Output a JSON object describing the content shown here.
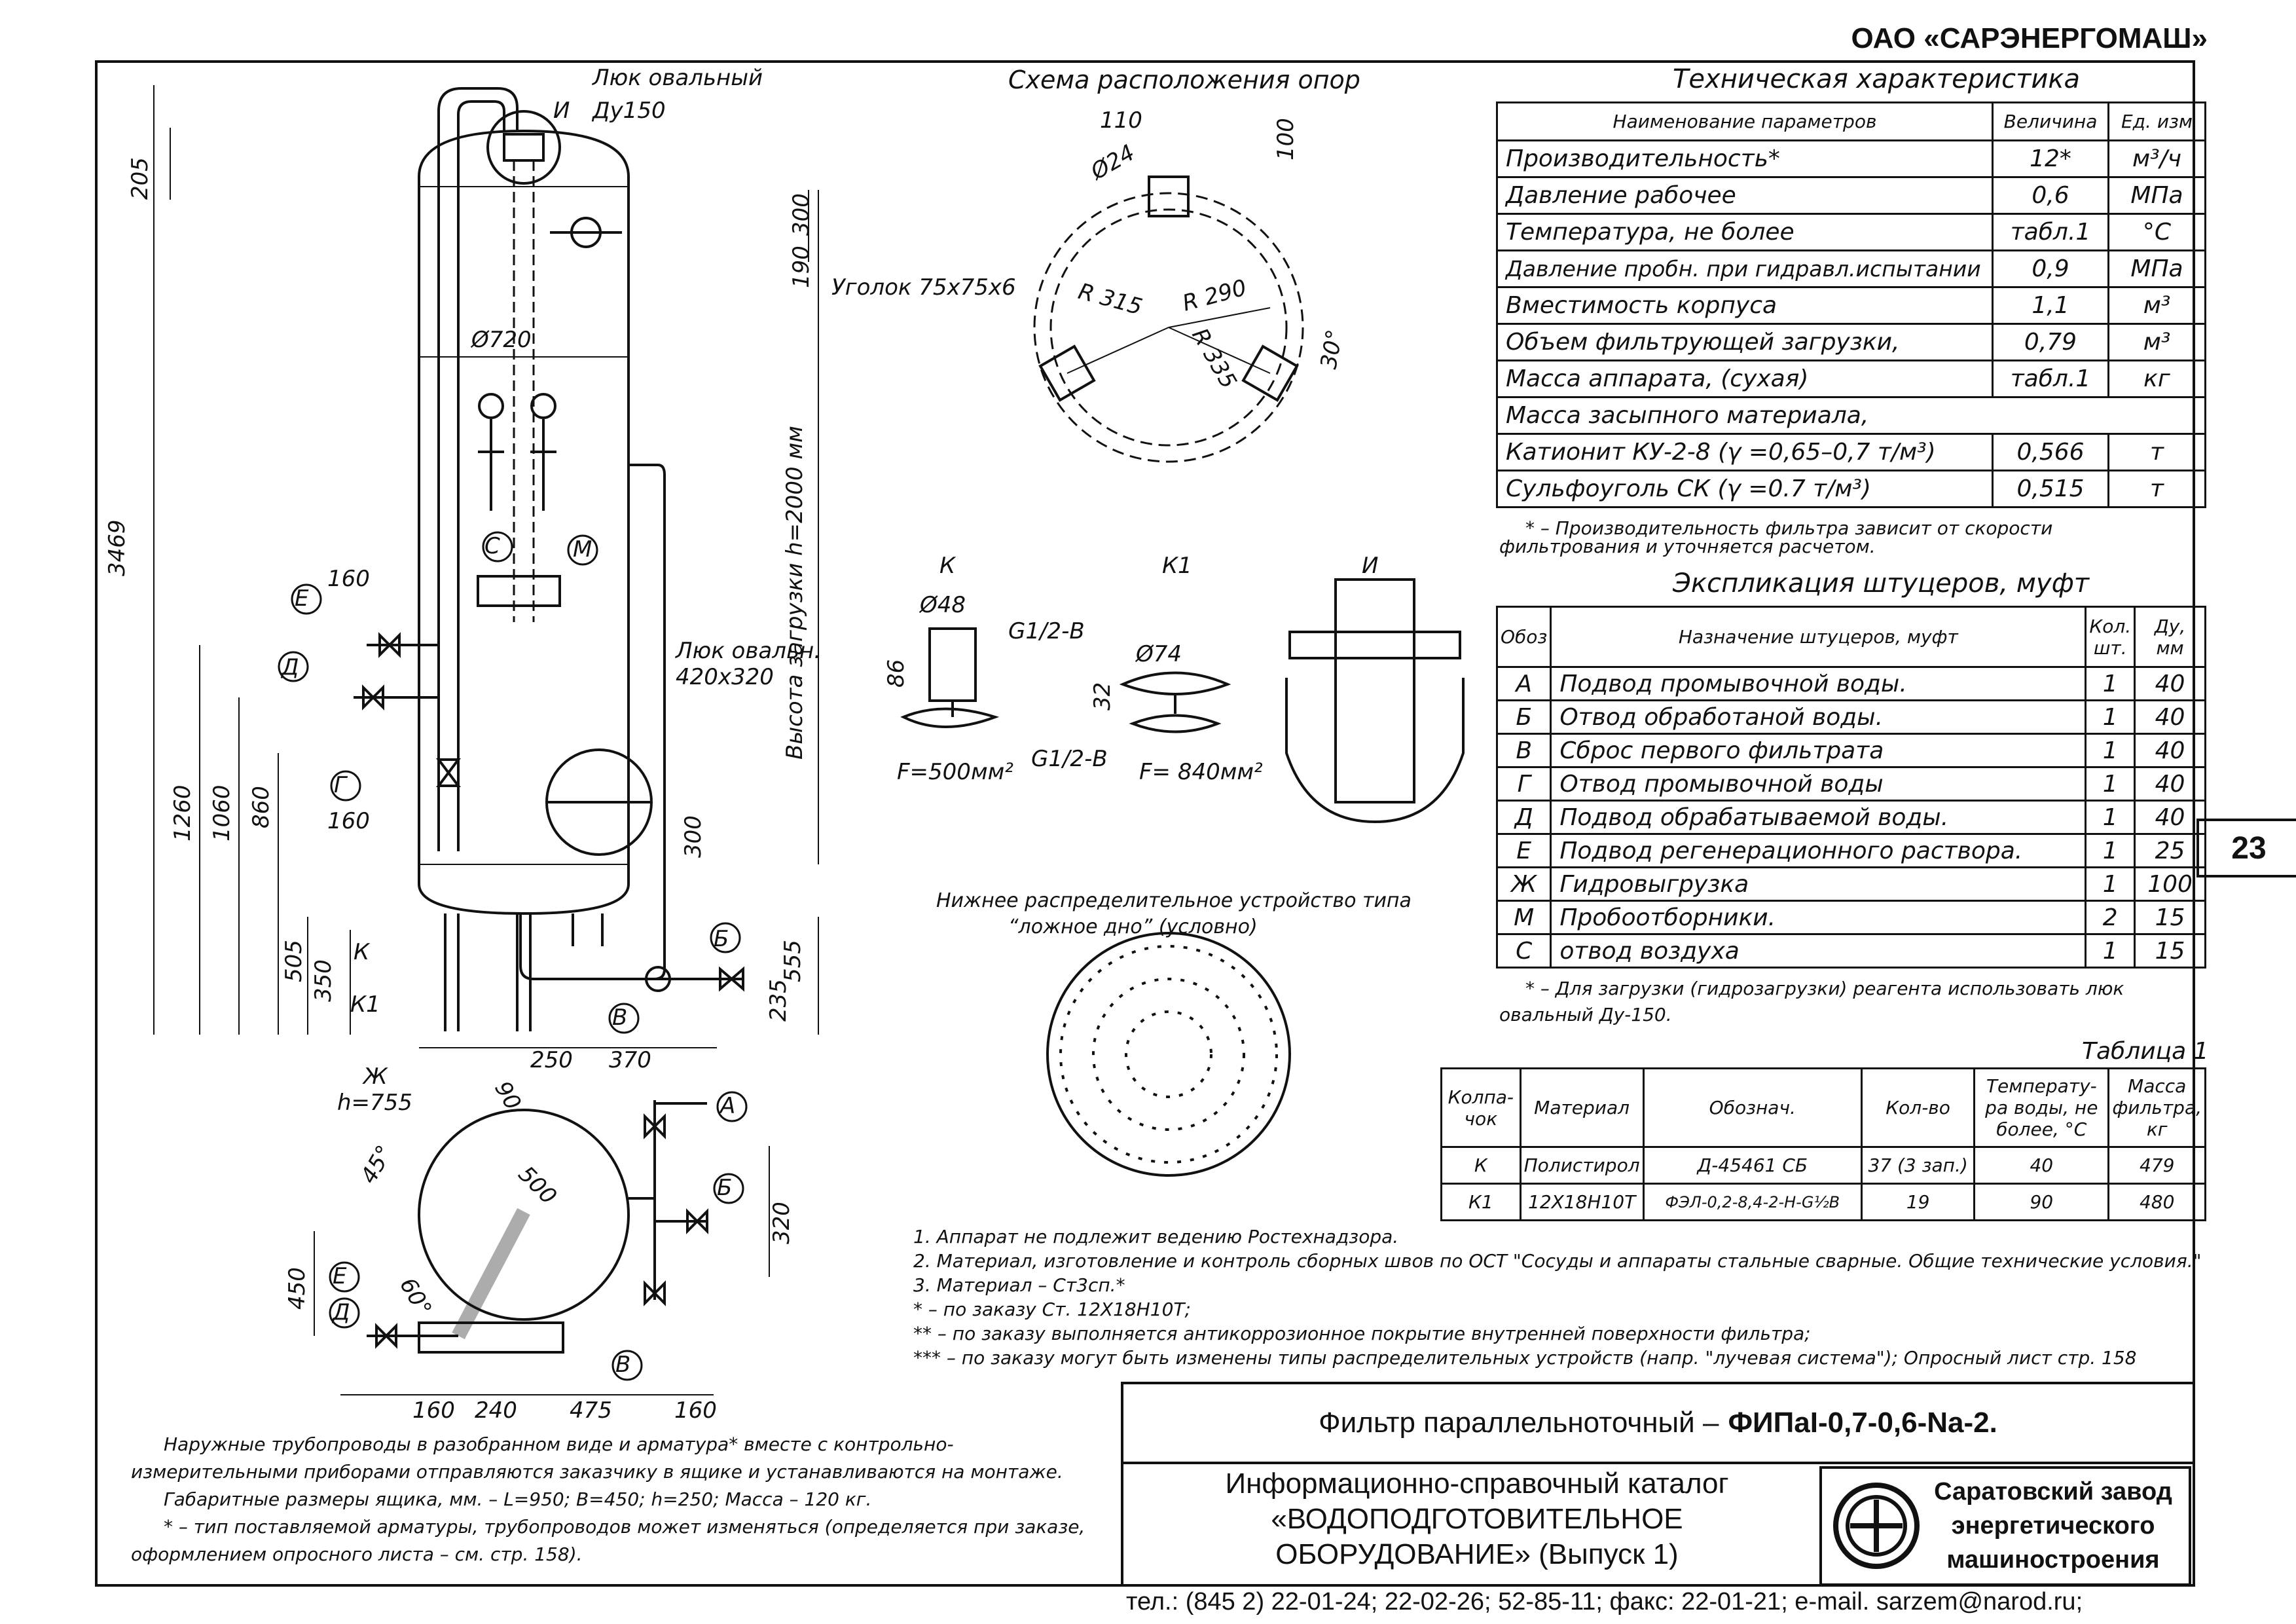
{
  "company": "ОАО «САРЭНЕРГОМАШ»",
  "page_number": "23",
  "drawing_labels": {
    "hatch_oval": "Люк овальный",
    "hatch_oval_dn": "Ду150",
    "mark_I": "И",
    "dim_205": "205",
    "dim_300": "300",
    "dim_190": "190",
    "dim_d720": "Ø720",
    "dim_3469": "3469",
    "load_height": "Высота загрузки h=2000 мм",
    "hatch_oval2": "Люк овальн.",
    "hatch_oval2_size": "420x320",
    "mark_C": "С",
    "mark_M": "М",
    "dim_160a": "160",
    "mark_E": "Е",
    "mark_D": "Д",
    "mark_G": "Г",
    "dim_160b": "160",
    "dim_1260": "1260",
    "dim_1060": "1060",
    "dim_860": "860",
    "dim_300b": "300",
    "dim_505": "505",
    "dim_350": "350",
    "mark_K": "К",
    "mark_K1": "К1",
    "mark_B": "Б",
    "mark_V": "В",
    "dim_555": "555",
    "dim_235": "235",
    "dim_250": "250",
    "dim_370": "370",
    "supports_title": "Схема расположения опор",
    "dim_110": "110",
    "dim_100": "100",
    "dim_d24": "Ø24",
    "angle_label": "Уголок 75x75x6",
    "dim_R315": "R 315",
    "dim_R290": "R 290",
    "dim_R335": "R 335",
    "dim_30deg": "30°",
    "view_K": "К",
    "view_K1": "К1",
    "view_I": "И",
    "dim_d48": "Ø48",
    "thread_a": "G1/2-В",
    "dim_86": "86",
    "area_K": "F=500мм²",
    "dim_d74": "Ø74",
    "dim_32": "32",
    "thread_b": "G1/2-В",
    "area_K1": "F= 840мм²",
    "lower_device_1": "Нижнее распределительное устройство типа",
    "lower_device_2": "“ложное дно” (условно)",
    "mark_Zh": "Ж",
    "h755": "h=755",
    "dim_90": "90",
    "dim_45deg": "45°",
    "dim_500": "500",
    "dim_60deg": "60°",
    "mark_A": "А",
    "mark_B2": "Б",
    "dim_320": "320",
    "dim_450": "450",
    "mark_E2": "Е",
    "mark_D2": "Д",
    "mark_V2": "В",
    "dim_160c": "160",
    "dim_240": "240",
    "dim_475": "475",
    "dim_160d": "160"
  },
  "tech_spec": {
    "title": "Техническая характеристика",
    "headers": [
      "Наименование параметров",
      "Величина",
      "Ед. изм"
    ],
    "rows": [
      [
        "Производительность*",
        "12*",
        "м³/ч"
      ],
      [
        "Давление рабочее",
        "0,6",
        "МПа"
      ],
      [
        "Температура, не более",
        "табл.1",
        "°С"
      ],
      [
        "Давление пробн. при гидравл.испытании",
        "0,9",
        "МПа"
      ],
      [
        "Вместимость корпуса",
        "1,1",
        "м³"
      ],
      [
        "Объем фильтрующей загрузки,",
        "0,79",
        "м³"
      ],
      [
        "Масса аппарата, (сухая)",
        "табл.1",
        "кг"
      ]
    ],
    "material_header": "Масса засыпного материала,",
    "material_rows": [
      [
        "Катионит КУ-2-8 (γ =0,65–0,7 т/м³)",
        "0,566",
        "т"
      ],
      [
        "Сульфоуголь СК (γ =0.7 т/м³)",
        "0,515",
        "т"
      ]
    ],
    "footnote_1": "* – Производительность фильтра зависит от скорости",
    "footnote_2": "фильтрования и уточняется расчетом."
  },
  "nozzles": {
    "title": "Экспликация штуцеров, муфт",
    "headers": [
      "Обоз",
      "Назначение штуцеров, муфт",
      "Кол. шт.",
      "Ду, мм"
    ],
    "rows": [
      [
        "А",
        "Подвод промывочной воды.",
        "1",
        "40"
      ],
      [
        "Б",
        "Отвод обработаной воды.",
        "1",
        "40"
      ],
      [
        "В",
        "Сброс первого фильтрата",
        "1",
        "40"
      ],
      [
        "Г",
        "Отвод промывочной воды",
        "1",
        "40"
      ],
      [
        "Д",
        "Подвод обрабатываемой воды.",
        "1",
        "40"
      ],
      [
        "Е",
        "Подвод  регенерационного раствора.",
        "1",
        "25"
      ],
      [
        "Ж",
        "Гидровыгрузка",
        "1",
        "100"
      ],
      [
        "М",
        "Пробоотборники.",
        "2",
        "15"
      ],
      [
        "С",
        "отвод воздуха",
        "1",
        "15"
      ]
    ],
    "footnote_1": "* – Для загрузки (гидрозагрузки) реагента использовать люк",
    "footnote_2": "овальный Ду-150."
  },
  "table1": {
    "caption": "Таблица 1",
    "headers": [
      "Колпа- чок",
      "Материал",
      "Обознач.",
      "Кол-во",
      "Температу- ра воды, не более, °С",
      "Масса фильтра, кг"
    ],
    "rows": [
      [
        "К",
        "Полистирол",
        "Д-45461 СБ",
        "37 (3 зап.)",
        "40",
        "479"
      ],
      [
        "К1",
        "12Х18Н10Т",
        "ФЭЛ-0,2-8,4-2-Н-G½В",
        "19",
        "90",
        "480"
      ]
    ]
  },
  "notes": [
    "1. Аппарат не подлежит ведению Ростехнадзора.",
    "2. Материал, изготовление и контроль сборных швов по ОСТ \"Сосуды и аппараты стальные сварные. Общие технические условия.\"",
    "3. Материал – Ст3сп.*",
    "* – по заказу Ст. 12Х18Н10Т;",
    "** – по заказу выполняется антикоррозионное покрытие внутренней поверхности фильтра;",
    "*** – по заказу могут быть изменены типы распределительных устройств (напр. \"лучевая система\"); Опросный лист стр. 158"
  ],
  "left_notes": [
    "Наружные трубопроводы в разобранном виде и арматура* вместе с контрольно-",
    "измерительными приборами отправляются заказчику в ящике и устанавливаются на монтаже.",
    "Габаритные размеры ящика, мм. –  L=950; В=450; h=250; Масса – 120 кг.",
    "* – тип поставляемой арматуры, трубопроводов может изменяться (определяется при заказе,",
    "оформлением опросного листа – см. стр. 158)."
  ],
  "title_block": {
    "product_prefix": "Фильтр параллельноточный –",
    "product_code": "ФИПаI-0,7-0,6-Na-2.",
    "catalog_1": "Информационно-справочный каталог",
    "catalog_2": "«ВОДОПОДГОТОВИТЕЛЬНОЕ",
    "catalog_3": "ОБОРУДОВАНИЕ» (Выпуск 1)",
    "plant_1": "Саратовский завод",
    "plant_2": "энергетического",
    "plant_3": "машиностроения"
  },
  "contacts": "тел.: (845 2) 22-01-24; 22-02-26; 52-85-11; факс: 22-01-21; e-mail. sarzem@narod.ru;"
}
